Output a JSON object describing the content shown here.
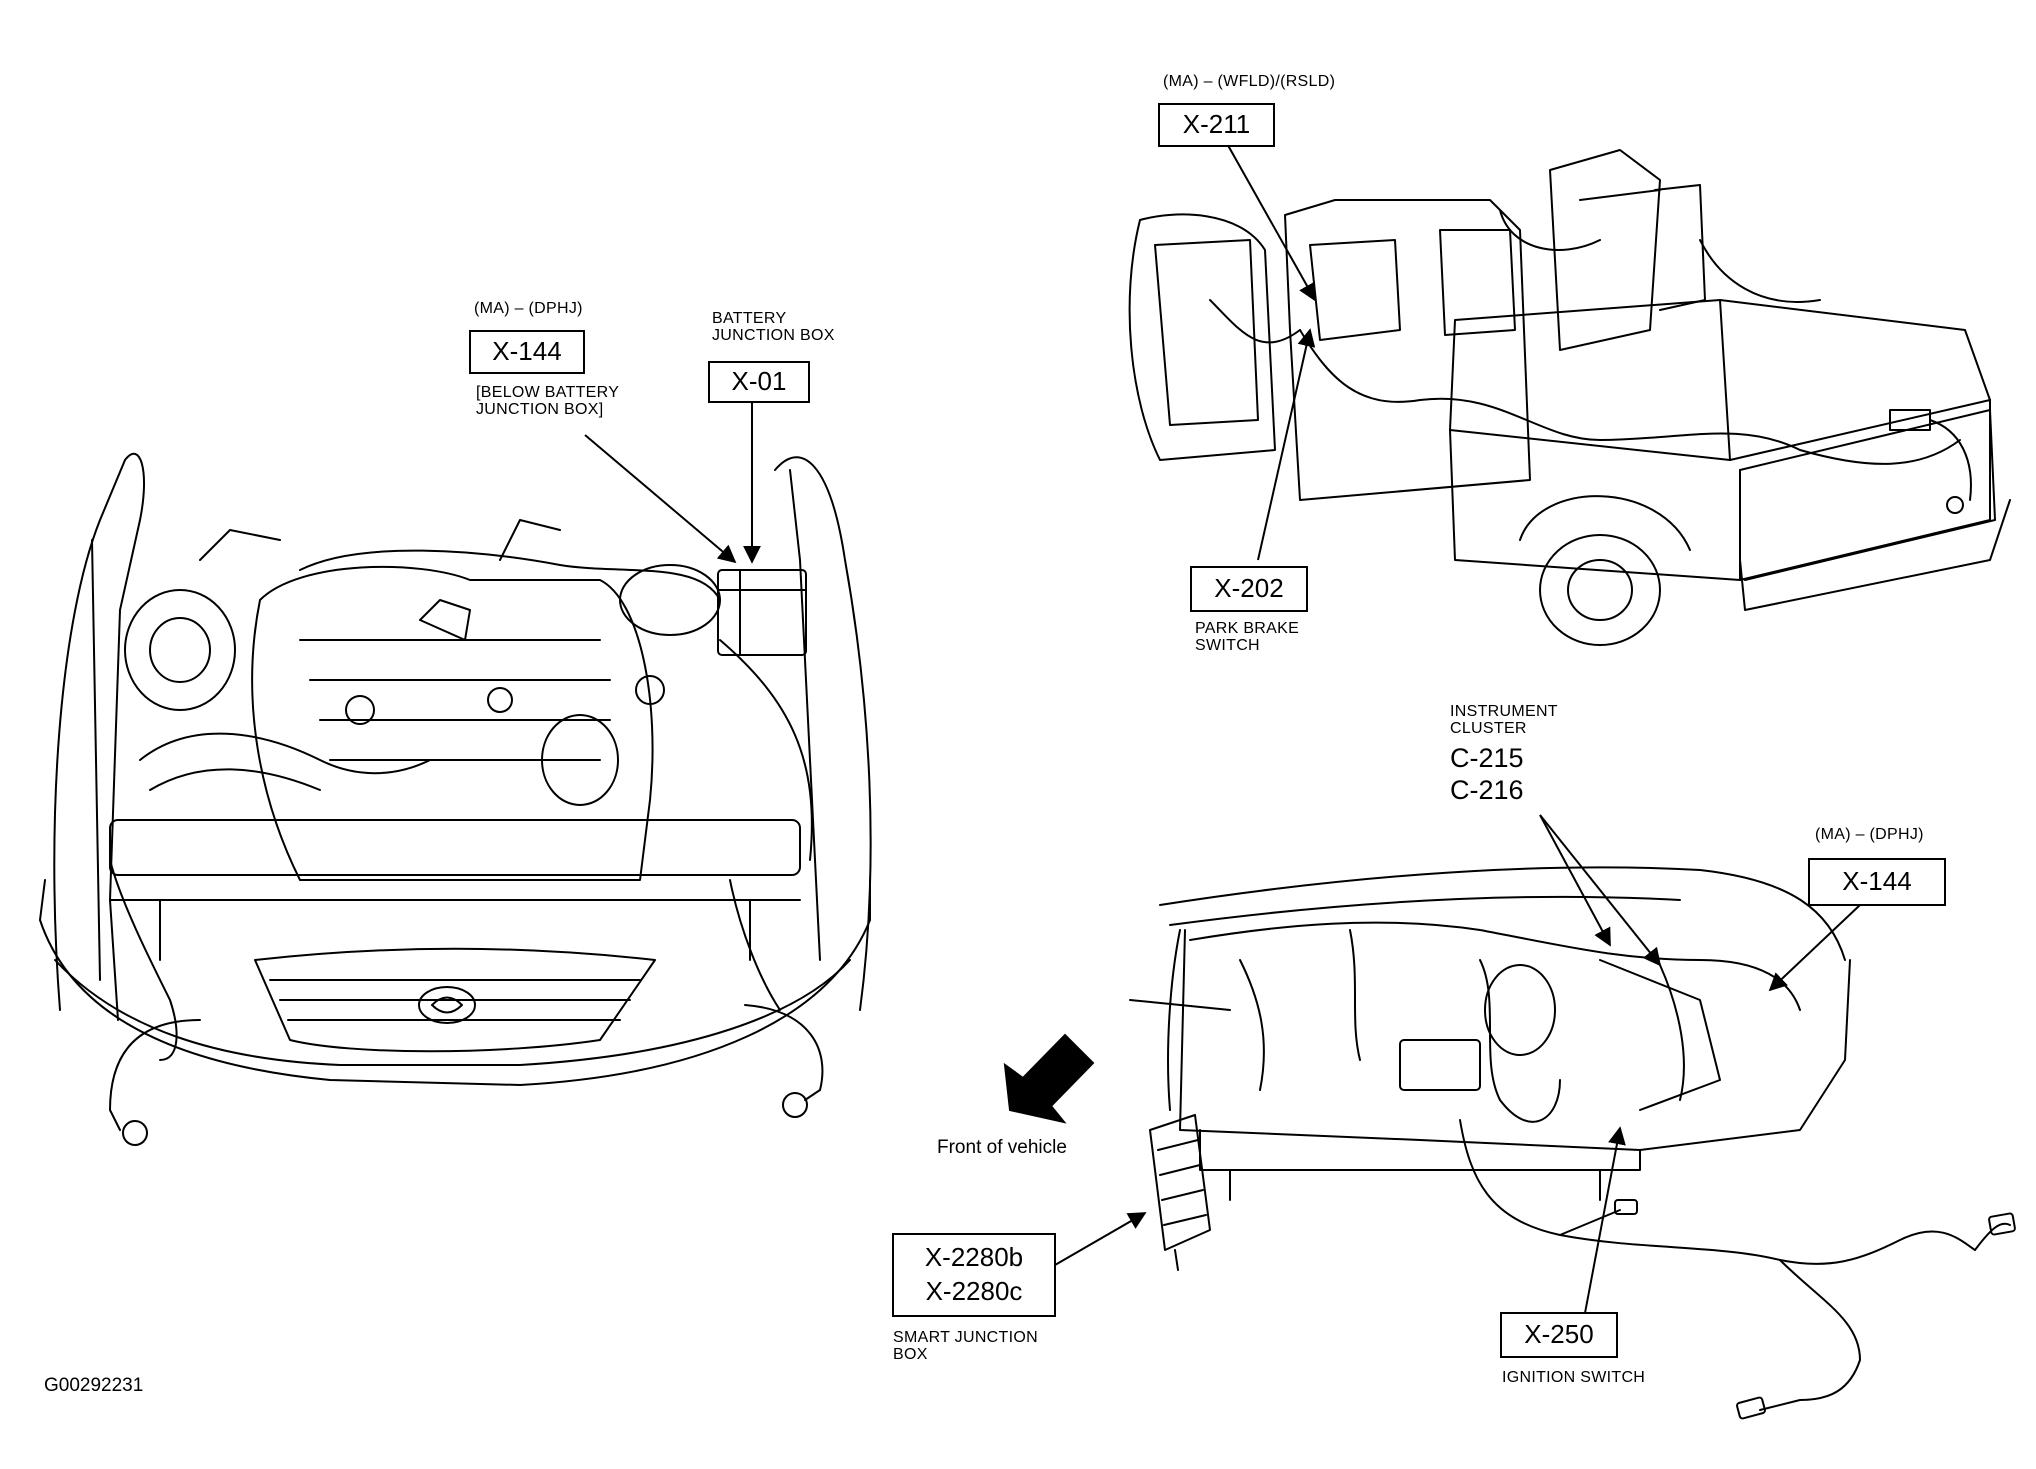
{
  "figure_id": "G00292231",
  "engine_view": {
    "x144": {
      "note": "(MA) – (DPHJ)",
      "code": "X-144",
      "desc": "[BELOW BATTERY\nJUNCTION BOX]"
    },
    "x01": {
      "note": "BATTERY\nJUNCTION BOX",
      "code": "X-01"
    }
  },
  "truck_view": {
    "x211": {
      "note": "(MA) – (WFLD)/(RSLD)",
      "code": "X-211"
    },
    "x202": {
      "code": "X-202",
      "desc": "PARK BRAKE\nSWITCH"
    }
  },
  "dash_view": {
    "cluster": {
      "title": "INSTRUMENT\nCLUSTER",
      "codes": "C-215\nC-216"
    },
    "x144": {
      "note": "(MA) – (DPHJ)",
      "code": "X-144"
    },
    "front_label": "Front of vehicle",
    "x2280": {
      "code": "X-2280b\nX-2280c",
      "desc": "SMART JUNCTION\nBOX"
    },
    "x250": {
      "code": "X-250",
      "desc": "IGNITION SWITCH"
    }
  }
}
